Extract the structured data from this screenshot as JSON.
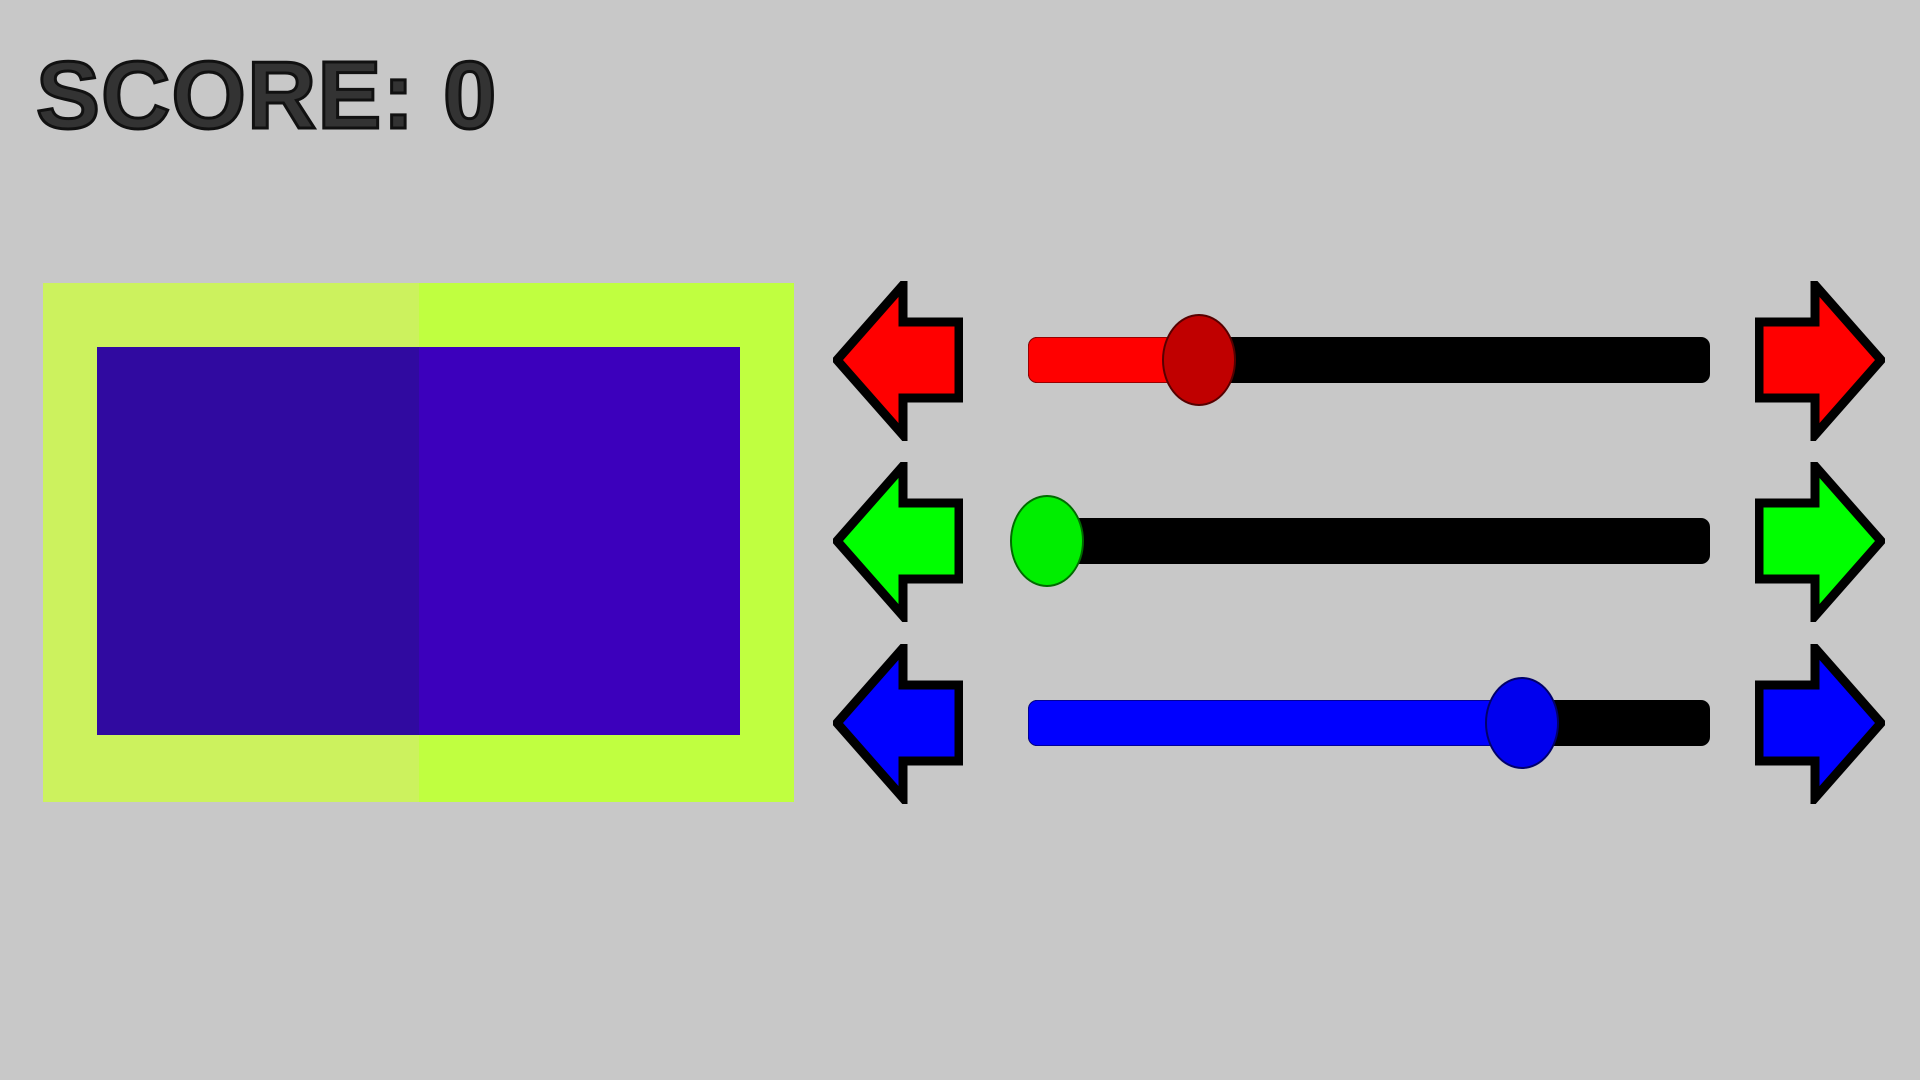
{
  "score": {
    "label": "SCORE:",
    "value": 0,
    "text": "SCORE: 0"
  },
  "swatch": {
    "target": {
      "frame_color": "#ccf25e",
      "inner_color": "#300aa0"
    },
    "current": {
      "frame_color": "#c0ff40",
      "inner_color": "#3c00bc"
    }
  },
  "sliders": [
    {
      "channel": "red",
      "value": 60,
      "max": 255,
      "fill_color": "#ff0000",
      "knob_color": "#c00000",
      "arrow_color": "#ff0000"
    },
    {
      "channel": "green",
      "value": 0,
      "max": 255,
      "fill_color": "#00ff00",
      "knob_color": "#00ee00",
      "arrow_color": "#00ff00"
    },
    {
      "channel": "blue",
      "value": 188,
      "max": 255,
      "fill_color": "#0000ff",
      "knob_color": "#0000ee",
      "arrow_color": "#0000ff"
    }
  ],
  "icons": {
    "decrease": "left-arrow-icon",
    "increase": "right-arrow-icon"
  }
}
